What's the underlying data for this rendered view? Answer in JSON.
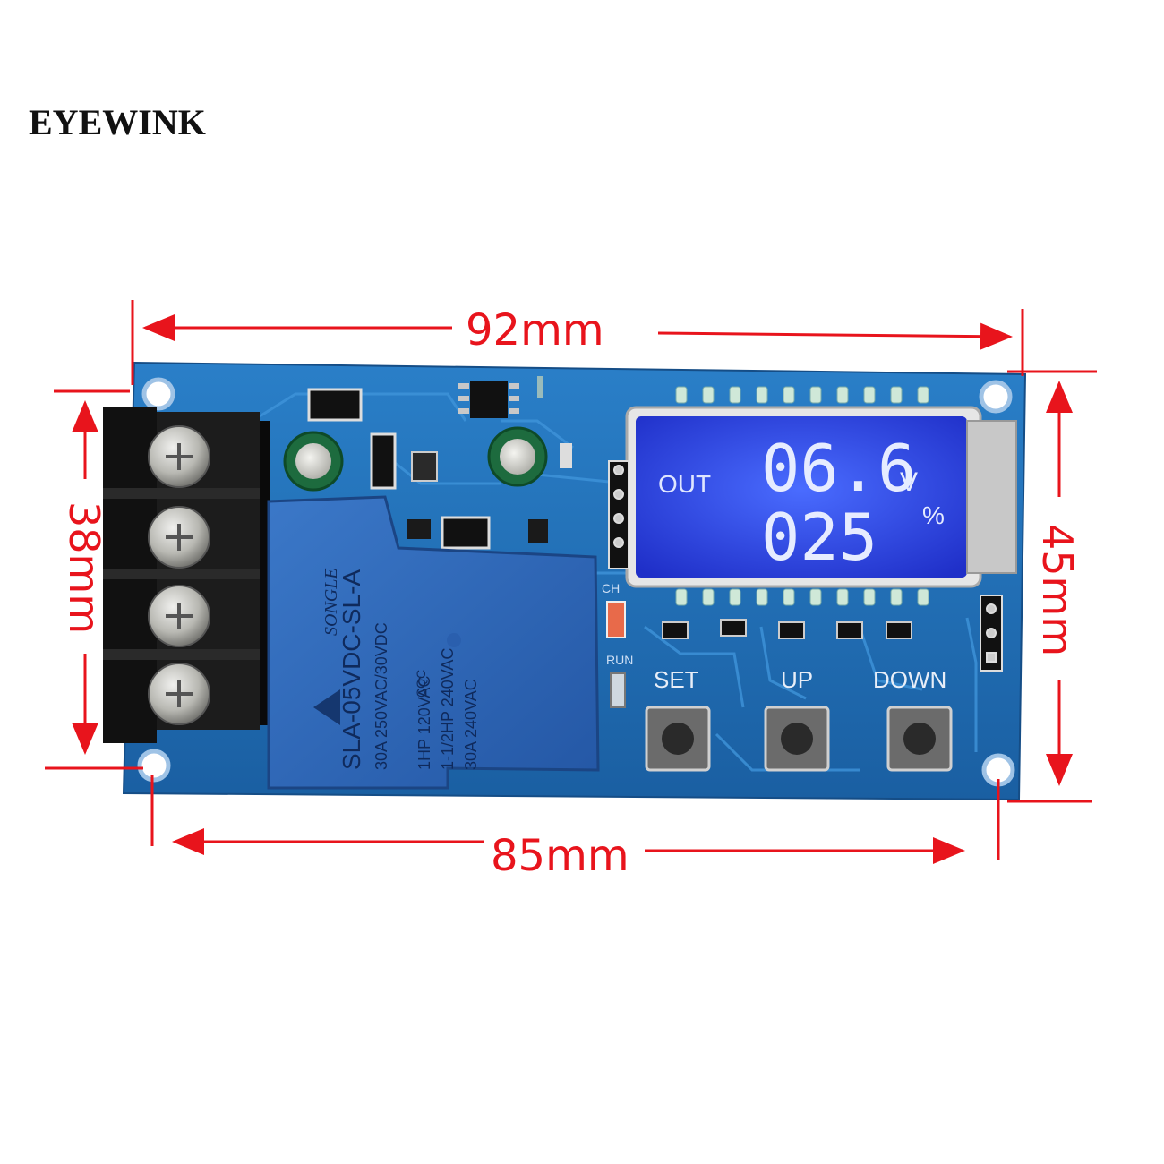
{
  "brand": "EYEWINK",
  "dimensions": {
    "top": "92mm",
    "bottom": "85mm",
    "left": "38mm",
    "right": "45mm"
  },
  "lcd": {
    "out_label": "OUT",
    "voltage": "06.6",
    "voltage_unit": "V",
    "percent": "025",
    "percent_unit": "%"
  },
  "buttons": {
    "set": "SET",
    "up": "UP",
    "down": "DOWN"
  },
  "indicators": {
    "ch": "CH",
    "run": "RUN"
  },
  "relay": {
    "brand": "SONGLE",
    "model": "SLA-05VDC-SL-A",
    "rating_col1_a": "30A  250VAC/30VDC",
    "rating_col2_a": "1HP 120VAC",
    "rating_col2_b": "1-1/2HP 240VAC",
    "rating_col2_c": "30A  240VAC",
    "cqc": "CQC"
  },
  "colors": {
    "pcb": "#1f6fb8",
    "dimension": "#e8141c",
    "lcd": "#2b3fe0"
  }
}
